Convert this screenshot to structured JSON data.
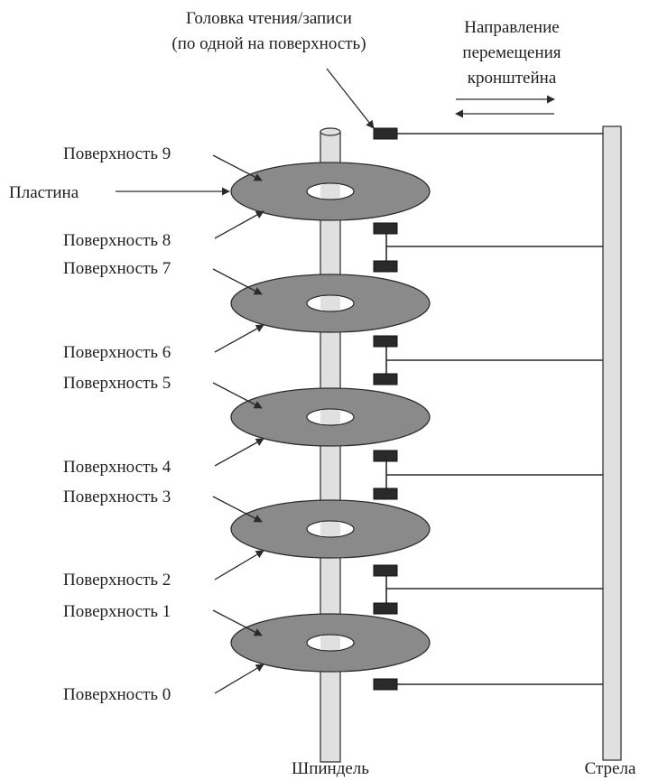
{
  "labels": {
    "head": [
      "Головка чтения/записи",
      "(по одной на поверхность)"
    ],
    "direction": [
      "Направление",
      "перемещения",
      "кронштейна"
    ],
    "platter": "Пластина",
    "spindle": "Шпиндель",
    "boom": "Стрела"
  },
  "surfaces": [
    "Поверхность 9",
    "Поверхность 8",
    "Поверхность 7",
    "Поверхность 6",
    "Поверхность 5",
    "Поверхность 4",
    "Поверхность 3",
    "Поверхность 2",
    "Поверхность 1",
    "Поверхность 0"
  ],
  "colors": {
    "platter": "#8a8a8a",
    "spindle": "#e0e0e0",
    "head": "#2a2a2a",
    "ink": "#1f1f1f"
  }
}
